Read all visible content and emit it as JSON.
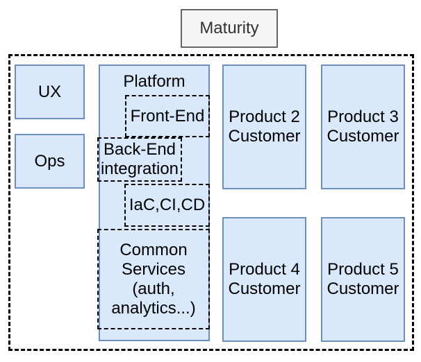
{
  "diagram": {
    "maturity_label": "Maturity",
    "ux_label": "UX",
    "ops_label": "Ops",
    "platform": {
      "title": "Platform",
      "front_end_label": "Front-End",
      "back_end_lines": [
        "Back-End",
        "integration"
      ],
      "iac_label": "IaC,CI,CD",
      "common_services_lines": [
        "Common",
        "Services",
        "(auth,",
        "analytics...)"
      ]
    },
    "products": [
      {
        "lines": [
          "Product 2",
          "Customer"
        ]
      },
      {
        "lines": [
          "Product 3",
          "Customer"
        ]
      },
      {
        "lines": [
          "Product 4",
          "Customer"
        ]
      },
      {
        "lines": [
          "Product 5",
          "Customer"
        ]
      }
    ]
  },
  "colors": {
    "background": "#ffffff",
    "text": "#000000",
    "team_fill": "#dae8fc",
    "team_border": "#6c8ebf",
    "maturity_fill": "#f5f5f5",
    "maturity_border": "#666666",
    "maturity_text": "#333333",
    "dashed_border": "#000000"
  }
}
